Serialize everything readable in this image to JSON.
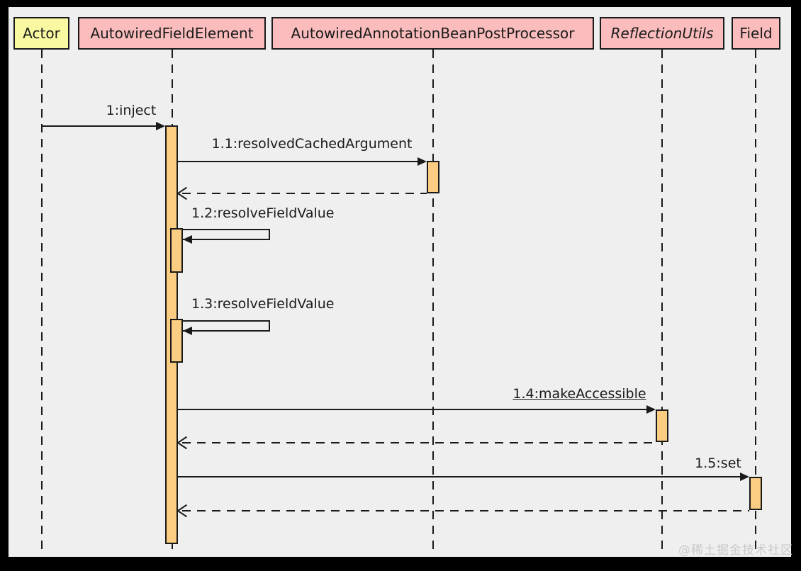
{
  "diagram": {
    "type": "uml-sequence",
    "participants": [
      {
        "name": "Actor",
        "kind": "actor",
        "fill": "#f9f9a2",
        "italic": false
      },
      {
        "name": "AutowiredFieldElement",
        "kind": "object",
        "fill": "#fabcbc",
        "italic": false
      },
      {
        "name": "AutowiredAnnotationBeanPostProcessor",
        "kind": "object",
        "fill": "#fabcbc",
        "italic": false
      },
      {
        "name": "ReflectionUtils",
        "kind": "class",
        "fill": "#fabcbc",
        "italic": true
      },
      {
        "name": "Field",
        "kind": "object",
        "fill": "#fabcbc",
        "italic": false
      }
    ],
    "messages": [
      {
        "label": "1:inject",
        "from": "Actor",
        "to": "AutowiredFieldElement",
        "style": "solid-call"
      },
      {
        "label": "1.1:resolvedCachedArgument",
        "from": "AutowiredFieldElement",
        "to": "AutowiredAnnotationBeanPostProcessor",
        "style": "solid-call"
      },
      {
        "label": "",
        "from": "AutowiredAnnotationBeanPostProcessor",
        "to": "AutowiredFieldElement",
        "style": "dashed-return"
      },
      {
        "label": "1.2:resolveFieldValue",
        "from": "AutowiredFieldElement",
        "to": "AutowiredFieldElement",
        "style": "self-call"
      },
      {
        "label": "1.3:resolveFieldValue",
        "from": "AutowiredFieldElement",
        "to": "AutowiredFieldElement",
        "style": "self-call"
      },
      {
        "label": "1.4:makeAccessible",
        "from": "AutowiredFieldElement",
        "to": "ReflectionUtils",
        "style": "solid-call",
        "underlined": true
      },
      {
        "label": "",
        "from": "ReflectionUtils",
        "to": "AutowiredFieldElement",
        "style": "dashed-return"
      },
      {
        "label": "1.5:set",
        "from": "AutowiredFieldElement",
        "to": "Field",
        "style": "solid-call"
      },
      {
        "label": "",
        "from": "Field",
        "to": "AutowiredFieldElement",
        "style": "dashed-return"
      }
    ],
    "colors": {
      "canvas_background": "#efefef",
      "frame": "#000000",
      "actor_fill": "#f9f9a2",
      "participant_fill": "#fabcbc",
      "activation_fill": "#facd82",
      "line": "#1a1a1a",
      "watermark": "#c9c9c9"
    },
    "watermark": "@稀土掘金技术社区"
  }
}
